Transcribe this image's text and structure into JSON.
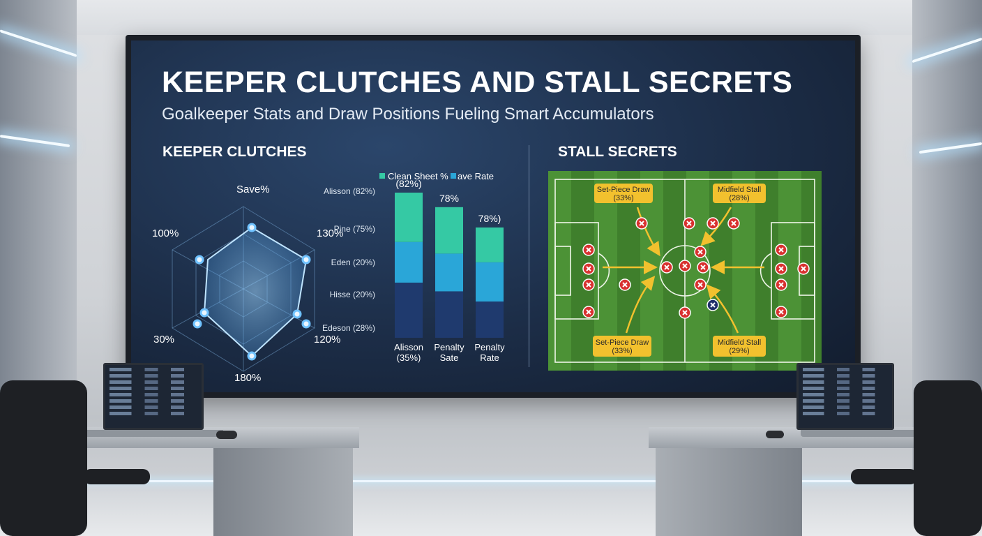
{
  "screen": {
    "title": "KEEPER CLUTCHES AND STALL SECRETS",
    "subtitle": "Goalkeeper Stats and Draw Positions Fueling Smart Accumulators"
  },
  "left_panel": {
    "heading": "KEEPER CLUTCHES",
    "radar": {
      "labels": [
        "Save%",
        "130%",
        "120%",
        "180%",
        "30%",
        "100%"
      ]
    },
    "bar_chart": {
      "legend": [
        "Clean Sheet %",
        "ave Rate"
      ],
      "row_labels": [
        "Alisson (82%)",
        "Pine (75%)",
        "Eden (20%)",
        "Hisse (20%)",
        "Edeson (28%)"
      ],
      "bars": [
        {
          "top_label": "(82%)",
          "x_label_1": "Alisson",
          "x_label_2": "(35%)",
          "segments": [
            0.38,
            0.28,
            0.34
          ]
        },
        {
          "top_label": "78%",
          "x_label_1": "Penalty",
          "x_label_2": "Sate",
          "segments": [
            0.32,
            0.26,
            0.32
          ]
        },
        {
          "top_label": "78%)",
          "x_label_1": "Penalty",
          "x_label_2": "Rate",
          "segments": [
            0.25,
            0.27,
            0.24
          ]
        }
      ],
      "colors": [
        "#1f3a6e",
        "#2aa6d8",
        "#35c9a4"
      ]
    }
  },
  "right_panel": {
    "heading": "STALL SECRETS",
    "callouts": [
      {
        "label": "Set-Piece Draw",
        "value": "(33%)"
      },
      {
        "label": "Midfield Stall",
        "value": "(28%)"
      },
      {
        "label": "Set-Piece Draw",
        "value": "(33%)"
      },
      {
        "label": "Midfield Stall",
        "value": "(29%)"
      }
    ],
    "colors": {
      "grass_dark": "#3f7f2c",
      "grass_light": "#4c9236",
      "marker": "#d8312f",
      "callout": "#f2c12e",
      "arrow": "#f2c12e"
    }
  }
}
